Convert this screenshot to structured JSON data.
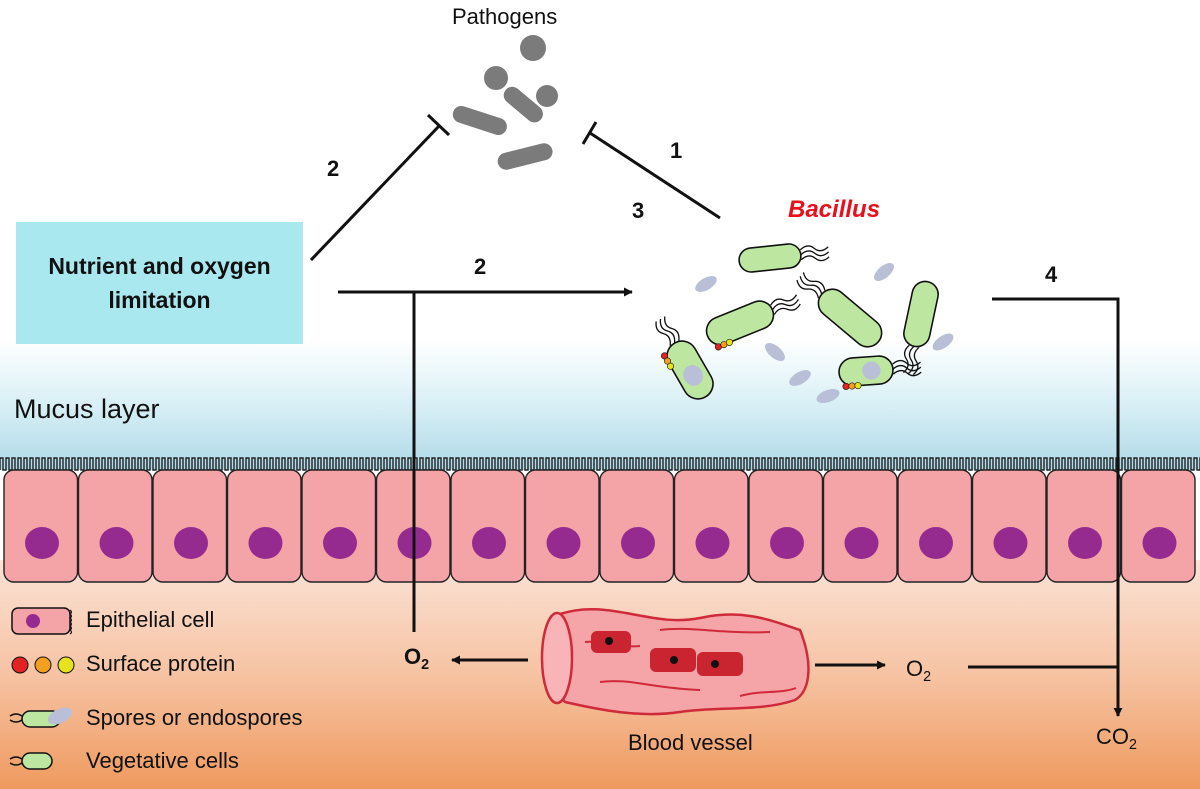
{
  "labels": {
    "pathogens": "Pathogens",
    "bacillus": "Bacillus",
    "nutrient_line1": "Nutrient and oxygen",
    "nutrient_line2": "limitation",
    "mucus_layer": "Mucus layer",
    "blood_vessel": "Blood vessel",
    "o2_left": "O",
    "o2_left_sub": "2",
    "o2_right": "O",
    "o2_right_sub": "2",
    "co2": "CO",
    "co2_sub": "2"
  },
  "arrow_numbers": {
    "inhibit_pathogens_from_bacillus": "1",
    "inhibit_pathogens_from_nutrient": "2",
    "nutrient_to_bacillus": "2",
    "bacillus_label_3": "3",
    "bacillus_to_co2": "4"
  },
  "legend": [
    {
      "icon": "epithelial-cell-icon",
      "label": "Epithelial cell"
    },
    {
      "icon": "surface-protein-icon",
      "label": "Surface protein"
    },
    {
      "icon": "spore-icon",
      "label": "Spores or endospores"
    },
    {
      "icon": "vegetative-cell-icon",
      "label": "Vegetative cells"
    }
  ],
  "colors": {
    "nutrient_box": "#a9e8ef",
    "bacillus_label": "#e8101a",
    "epithelial_cell": "#f4a4a6",
    "nucleus": "#962b8f",
    "blood_vessel": "#f4a8ac",
    "pathogen": "#7a7a7a",
    "vegetative_cell": "#bde7a0",
    "spore": "#b9bfd6"
  }
}
